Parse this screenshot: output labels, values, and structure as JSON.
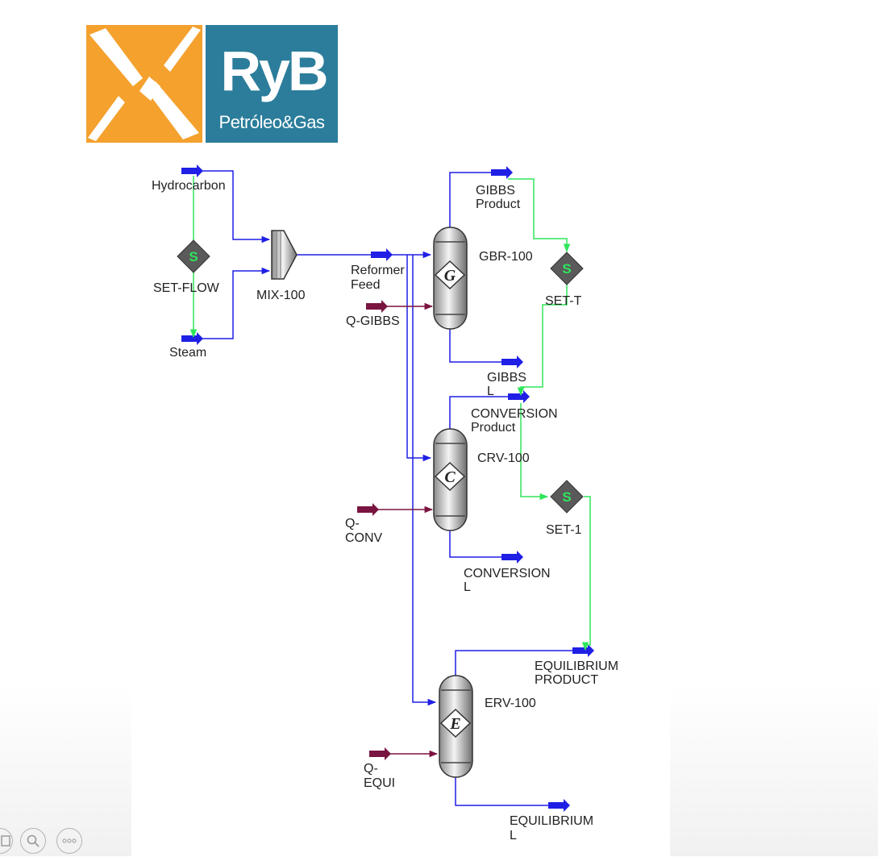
{
  "logo": {
    "name": "RyB",
    "subtitle": "Petróleo&Gas"
  },
  "units": {
    "set_flow": "SET-FLOW",
    "mixer": "MIX-100",
    "gibbs_reactor": "GBR-100",
    "set_t": "SET-T",
    "conversion_reactor": "CRV-100",
    "set_1": "SET-1",
    "equilibrium_reactor": "ERV-100"
  },
  "reactor_letters": {
    "gibbs": "G",
    "conversion": "C",
    "equilibrium": "E"
  },
  "setter_letter": "S",
  "streams": {
    "hydrocarbon": "Hydrocarbon",
    "steam": "Steam",
    "reformer_feed": [
      "Reformer",
      "Feed"
    ],
    "gibbs_product": [
      "GIBBS",
      "Product"
    ],
    "q_gibbs": "Q-GIBBS",
    "gibbs_liquid": [
      "GIBBS",
      "L"
    ],
    "conversion_product": [
      "CONVERSION",
      "Product"
    ],
    "q_conv": [
      "Q-",
      "CONV"
    ],
    "conversion_liquid": [
      "CONVERSION",
      "L"
    ],
    "equilibrium_product": [
      "EQUILIBRIUM",
      "PRODUCT"
    ],
    "q_equi": [
      "Q-",
      "EQUI"
    ],
    "equilibrium_liquid": [
      "EQUILIBRIUM",
      "L"
    ]
  },
  "colors": {
    "material_stream": "#1f1fe6",
    "energy_stream": "#7a1440",
    "signal": "#2ee65a",
    "logo_orange": "#f4a12e",
    "logo_blue": "#2b7d9b"
  },
  "viewer_controls": [
    "page-icon",
    "search-icon",
    "more-icon"
  ]
}
